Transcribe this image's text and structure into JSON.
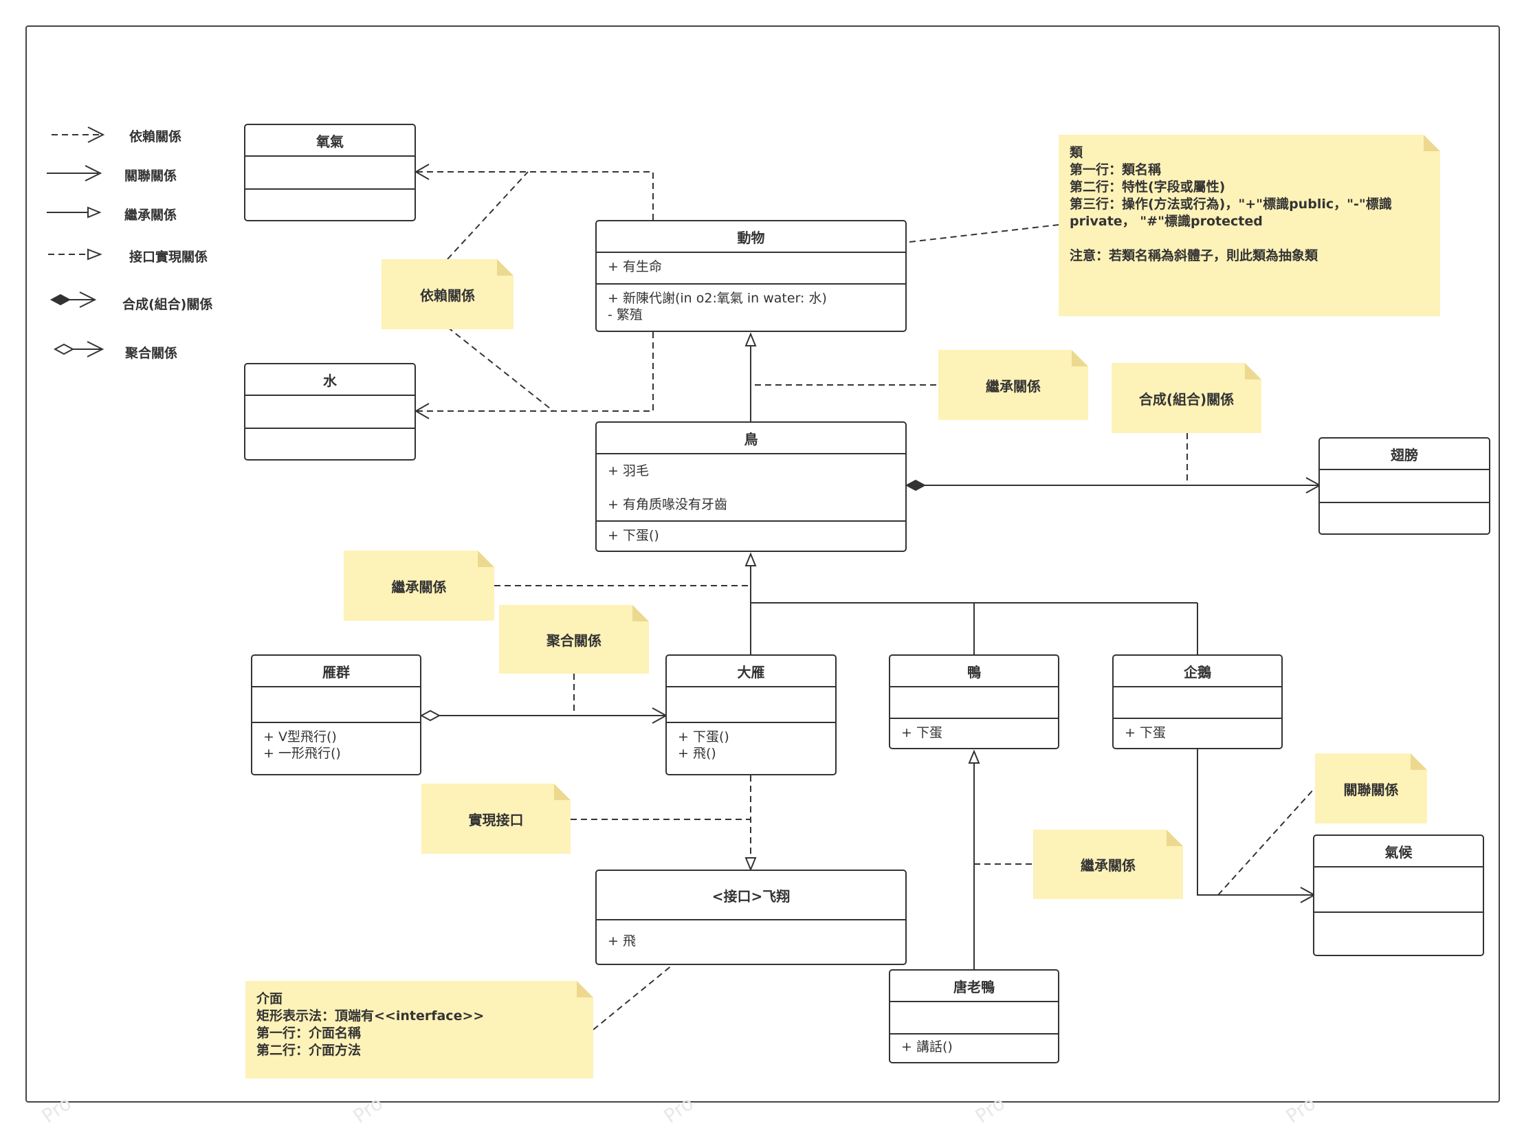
{
  "legend": [
    {
      "label": "依賴關係"
    },
    {
      "label": "關聯關係"
    },
    {
      "label": "繼承關係"
    },
    {
      "label": "接口實現關係"
    },
    {
      "label": "合成(組合)關係"
    },
    {
      "label": "聚合關係"
    }
  ],
  "classes": {
    "oxygen": {
      "name": "氧氣"
    },
    "water": {
      "name": "水"
    },
    "animal": {
      "name": "動物",
      "attributes": [
        "+ 有生命"
      ],
      "operations": [
        "+ 新陳代謝(in o2:氧氣 in water: 水)",
        "- 繁殖"
      ]
    },
    "bird": {
      "name": "鳥",
      "attributes": [
        "+ 羽毛",
        "+ 有角质喙没有牙齒"
      ],
      "operations": [
        "+ 下蛋()"
      ]
    },
    "wing": {
      "name": "翅膀"
    },
    "goose_flock": {
      "name": "雁群",
      "operations": [
        "+ V型飛行()",
        "+ 一形飛行()"
      ]
    },
    "wild_goose": {
      "name": "大雁",
      "operations": [
        "+ 下蛋()",
        "+ 飛()"
      ]
    },
    "duck": {
      "name": "鴨",
      "operations": [
        "+ 下蛋"
      ]
    },
    "penguin": {
      "name": "企鵝",
      "operations": [
        "+ 下蛋"
      ]
    },
    "climate": {
      "name": "氣候"
    },
    "fly_interface": {
      "name": "<接口>飞翔",
      "operations": [
        "+ 飛"
      ]
    },
    "donald_duck": {
      "name": "唐老鴨",
      "operations": [
        "+ 講話()"
      ]
    }
  },
  "notes": {
    "dependency": "依賴關係",
    "inheritance_1": "繼承關係",
    "composition": "合成(組合)關係",
    "inheritance_2": "繼承關係",
    "aggregation": "聚合關係",
    "realization": "實現接口",
    "association": "關聯關係",
    "inheritance_3": "繼承關係",
    "class_note": [
      "類",
      "第一行：類名稱",
      "第二行：特性(字段或屬性)",
      "第三行：操作(方法或行為)，\"+\"標識public，\"-\"標識",
      "private，  \"#\"標識protected",
      "",
      "注意：若類名稱為斜體子，則此類為抽象類"
    ],
    "interface_note": [
      "介面",
      "矩形表示法：頂端有<<interface>>",
      "第一行：介面名稱",
      "第二行：介面方法"
    ]
  },
  "watermark": "Pro"
}
